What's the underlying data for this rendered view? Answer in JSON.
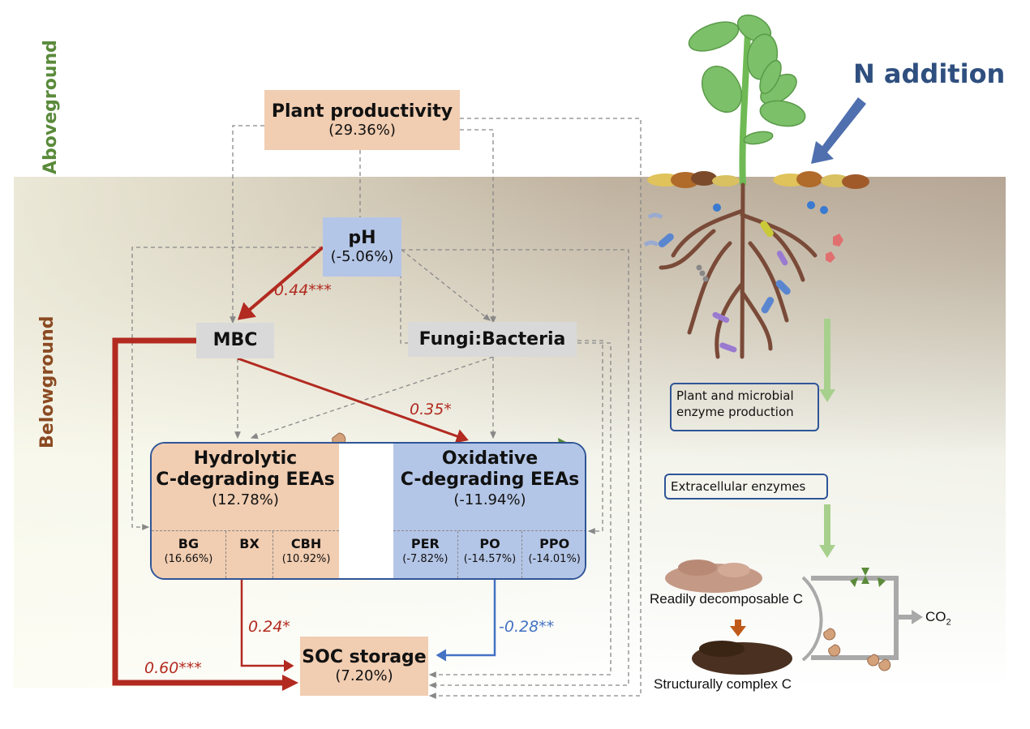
{
  "labels": {
    "aboveground": "Aboveground",
    "belowground": "Belowground",
    "n_addition": "N addition"
  },
  "nodes": {
    "plant_productivity": {
      "title": "Plant productivity",
      "value": "(29.36%)"
    },
    "ph": {
      "title": "pH",
      "value": "(-5.06%)"
    },
    "mbc": {
      "title": "MBC"
    },
    "fungi_bacteria": {
      "title": "Fungi:Bacteria"
    },
    "hydrolytic": {
      "title_line1": "Hydrolytic",
      "title_line2": "C-degrading EEAs",
      "value": "(12.78%)",
      "enzymes": [
        {
          "name": "BG",
          "value": "(16.66%)"
        },
        {
          "name": "BX",
          "value": ""
        },
        {
          "name": "CBH",
          "value": "(10.92%)"
        }
      ]
    },
    "oxidative": {
      "title_line1": "Oxidative",
      "title_line2": "C-degrading EEAs",
      "value": "(-11.94%)",
      "enzymes": [
        {
          "name": "PER",
          "value": "(-7.82%)"
        },
        {
          "name": "PO",
          "value": "(-14.57%)"
        },
        {
          "name": "PPO",
          "value": "(-14.01%)"
        }
      ]
    },
    "soc": {
      "title": "SOC storage",
      "value": "(7.20%)"
    }
  },
  "paths": [
    {
      "from": "pH",
      "to": "MBC",
      "coef": "0.44***",
      "sign": "positive"
    },
    {
      "from": "MBC",
      "to": "Oxidative C-degrading EEAs",
      "coef": "0.35*",
      "sign": "positive"
    },
    {
      "from": "Hydrolytic C-degrading EEAs",
      "to": "SOC storage",
      "coef": "0.24*",
      "sign": "positive"
    },
    {
      "from": "Oxidative C-degrading EEAs",
      "to": "SOC storage",
      "coef": "-0.28**",
      "sign": "negative"
    },
    {
      "from": "MBC",
      "to": "SOC storage",
      "coef": "0.60***",
      "sign": "positive"
    }
  ],
  "process": {
    "step1": "Plant and microbial enzyme production",
    "step1_line1": "Plant and microbial",
    "step1_line2": "enzyme production",
    "step2": "Extracellular enzymes",
    "readily": "Readily decomposable C",
    "complex": "Structurally complex C",
    "co2": "CO",
    "co2_sub": "2"
  },
  "colors": {
    "positive_path": "#b22a20",
    "negative_path": "#4472c4",
    "nonsig_path": "#888888",
    "aboveground_label": "#5a8a3a",
    "belowground_label": "#8b4a22",
    "n_addition": "#2f4f7f"
  }
}
